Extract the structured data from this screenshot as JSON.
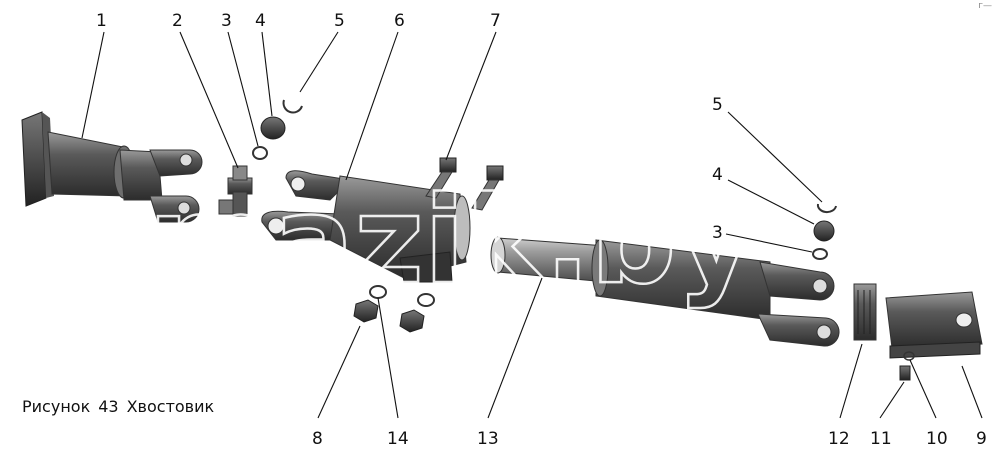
{
  "figure": {
    "caption_prefix": "Рисунок",
    "caption_number": "43",
    "caption_title": "Хвостовик",
    "watermark": "mazik.by",
    "corner_mark": "г—"
  },
  "callouts": [
    {
      "id": "c1",
      "text": "1"
    },
    {
      "id": "c2",
      "text": "2"
    },
    {
      "id": "c3a",
      "text": "3"
    },
    {
      "id": "c4a",
      "text": "4"
    },
    {
      "id": "c5a",
      "text": "5"
    },
    {
      "id": "c6",
      "text": "6"
    },
    {
      "id": "c7",
      "text": "7"
    },
    {
      "id": "c5b",
      "text": "5"
    },
    {
      "id": "c4b",
      "text": "4"
    },
    {
      "id": "c3b",
      "text": "3"
    },
    {
      "id": "c8",
      "text": "8"
    },
    {
      "id": "c14",
      "text": "14"
    },
    {
      "id": "c13",
      "text": "13"
    },
    {
      "id": "c12",
      "text": "12"
    },
    {
      "id": "c11",
      "text": "11"
    },
    {
      "id": "c10",
      "text": "10"
    },
    {
      "id": "c9",
      "text": "9"
    }
  ]
}
